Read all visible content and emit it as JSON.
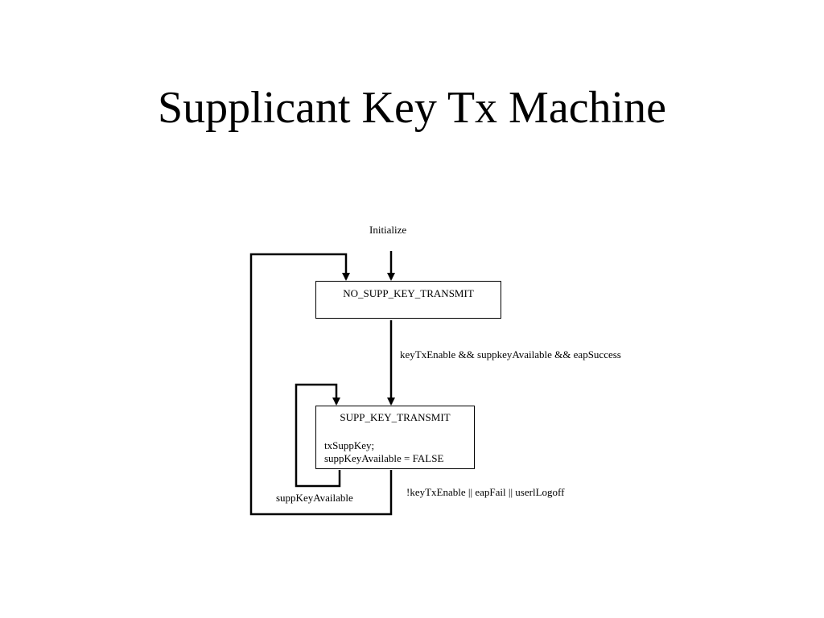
{
  "title": "Supplicant Key Tx Machine",
  "states": {
    "no_supp": {
      "name": "NO_SUPP_KEY_TRANSMIT"
    },
    "supp": {
      "name": "SUPP_KEY_TRANSMIT",
      "actions": [
        "txSuppKey;",
        "suppKeyAvailable = FALSE"
      ]
    }
  },
  "transitions": {
    "initialize": "Initialize",
    "to_supp": "keyTxEnable && suppkeyAvailable && eapSuccess",
    "self_loop": "suppKeyAvailable",
    "to_no_supp": "!keyTxEnable || eapFail || userlLogoff"
  }
}
